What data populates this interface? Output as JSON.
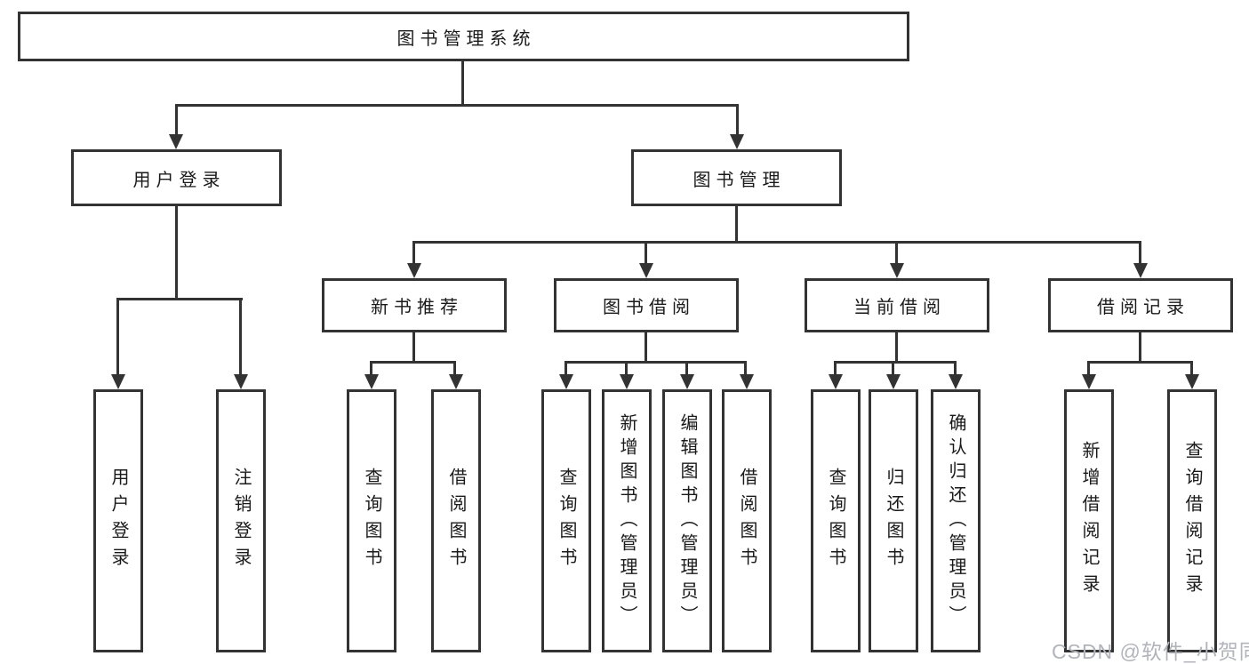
{
  "diagram": {
    "root": {
      "label": "图书管理系统"
    },
    "level2": {
      "user_login": {
        "label": "用户登录"
      },
      "book_mgmt": {
        "label": "图书管理"
      }
    },
    "level3": {
      "new_book_rec": {
        "label": "新书推荐"
      },
      "book_borrow": {
        "label": "图书借阅"
      },
      "current_borrow": {
        "label": "当前借阅"
      },
      "borrow_records": {
        "label": "借阅记录"
      }
    },
    "leaves": {
      "user_login": {
        "label": "用户登录"
      },
      "logout": {
        "label": "注销登录"
      },
      "rec_query_book": {
        "label": "查询图书"
      },
      "rec_borrow_book": {
        "label": "借阅图书"
      },
      "bb_query_book": {
        "label": "查询图书"
      },
      "bb_add_book": {
        "label": "新增图书（管理员）"
      },
      "bb_edit_book": {
        "label": "编辑图书（管理员）"
      },
      "bb_borrow_book": {
        "label": "借阅图书"
      },
      "cb_query_book": {
        "label": "查询图书"
      },
      "cb_return_book": {
        "label": "归还图书"
      },
      "cb_confirm_return": {
        "label": "确认归还（管理员）"
      },
      "br_add_record": {
        "label": "新增借阅记录"
      },
      "br_query_record": {
        "label": "查询借阅记录"
      }
    }
  },
  "watermark": {
    "text": "CSDN @软件_小贺同学"
  },
  "colors": {
    "line": "#333333",
    "text": "#1a1a1a",
    "watermark": "#b2b4bb",
    "background": "#ffffff"
  }
}
